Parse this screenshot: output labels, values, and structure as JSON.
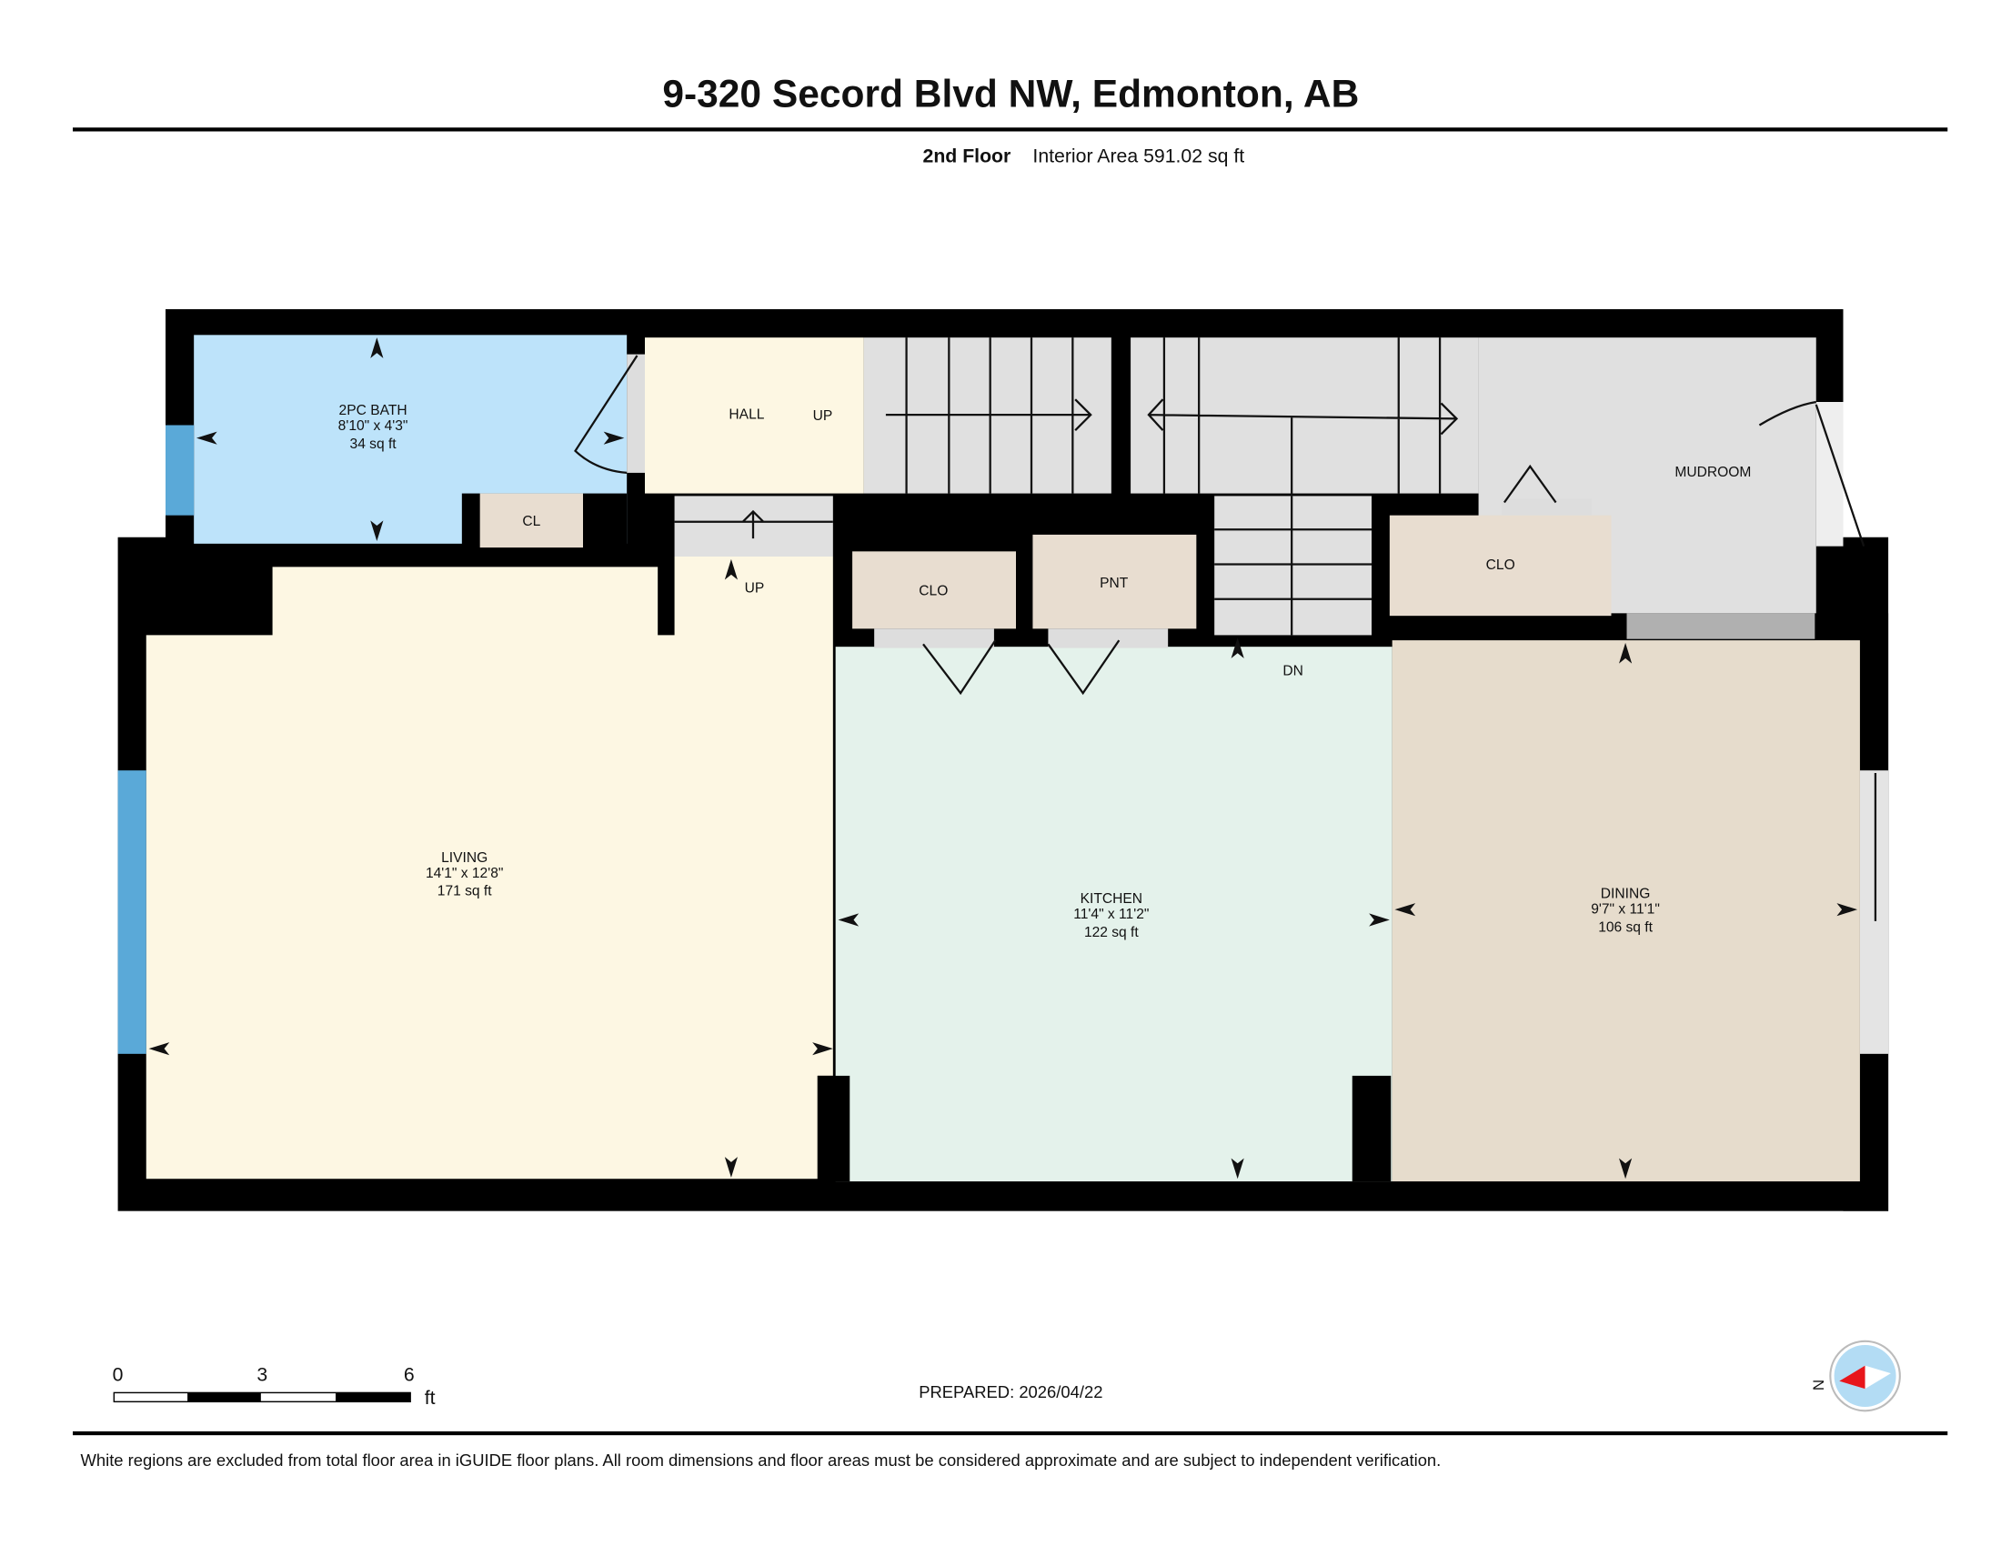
{
  "header": {
    "title": "9-320 Secord Blvd NW, Edmonton, AB",
    "floor": "2nd Floor",
    "interior_area": "Interior Area 591.02 sq ft"
  },
  "rooms": {
    "bath": {
      "name": "2PC BATH",
      "dims": "8'10\" x 4'3\"",
      "area": "34 sq ft"
    },
    "hall": {
      "name": "HALL",
      "stair": "UP"
    },
    "cl": {
      "name": "CL"
    },
    "living": {
      "name": "LIVING",
      "dims": "14'1\" x 12'8\"",
      "area": "171 sq ft",
      "stair": "UP"
    },
    "clo1": {
      "name": "CLO"
    },
    "pnt": {
      "name": "PNT"
    },
    "kitchen": {
      "name": "KITCHEN",
      "dims": "11'4\" x 11'2\"",
      "area": "122 sq ft",
      "stair": "DN"
    },
    "clo2": {
      "name": "CLO"
    },
    "mudroom": {
      "name": "MUDROOM"
    },
    "dining": {
      "name": "DINING",
      "dims": "9'7\" x 11'1\"",
      "area": "106 sq ft"
    }
  },
  "scale": {
    "ticks": [
      "0",
      "3",
      "6"
    ],
    "unit": "ft"
  },
  "prepared": "PREPARED: 2026/04/22",
  "compass": {
    "label": "N"
  },
  "disclaimer": "White regions are excluded from total floor area in iGUIDE floor plans. All room dimensions and floor areas must be considered approximate and are subject to independent verification.",
  "colors": {
    "bath": "#bde3fa",
    "living": "#fdf7e3",
    "kitchen": "#e4f2eb",
    "dining": "#e6dccc",
    "closet": "#e8ddd0",
    "stairs": "#e0e0e0",
    "window": "#5aa9d8",
    "wall": "#000000"
  }
}
